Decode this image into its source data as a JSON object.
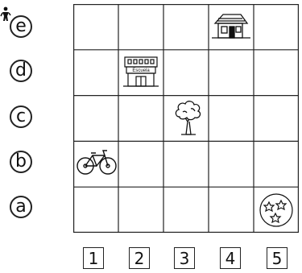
{
  "rows": [
    "e",
    "d",
    "c",
    "b",
    "a"
  ],
  "columns": [
    "1",
    "2",
    "3",
    "4",
    "5"
  ],
  "school": {
    "sign": "Escuela"
  },
  "icons": {
    "person": "person-icon",
    "house": "house-icon",
    "school": "school-icon",
    "tree": "tree-icon",
    "bicycle": "bicycle-icon",
    "ball": "ball-icon"
  }
}
